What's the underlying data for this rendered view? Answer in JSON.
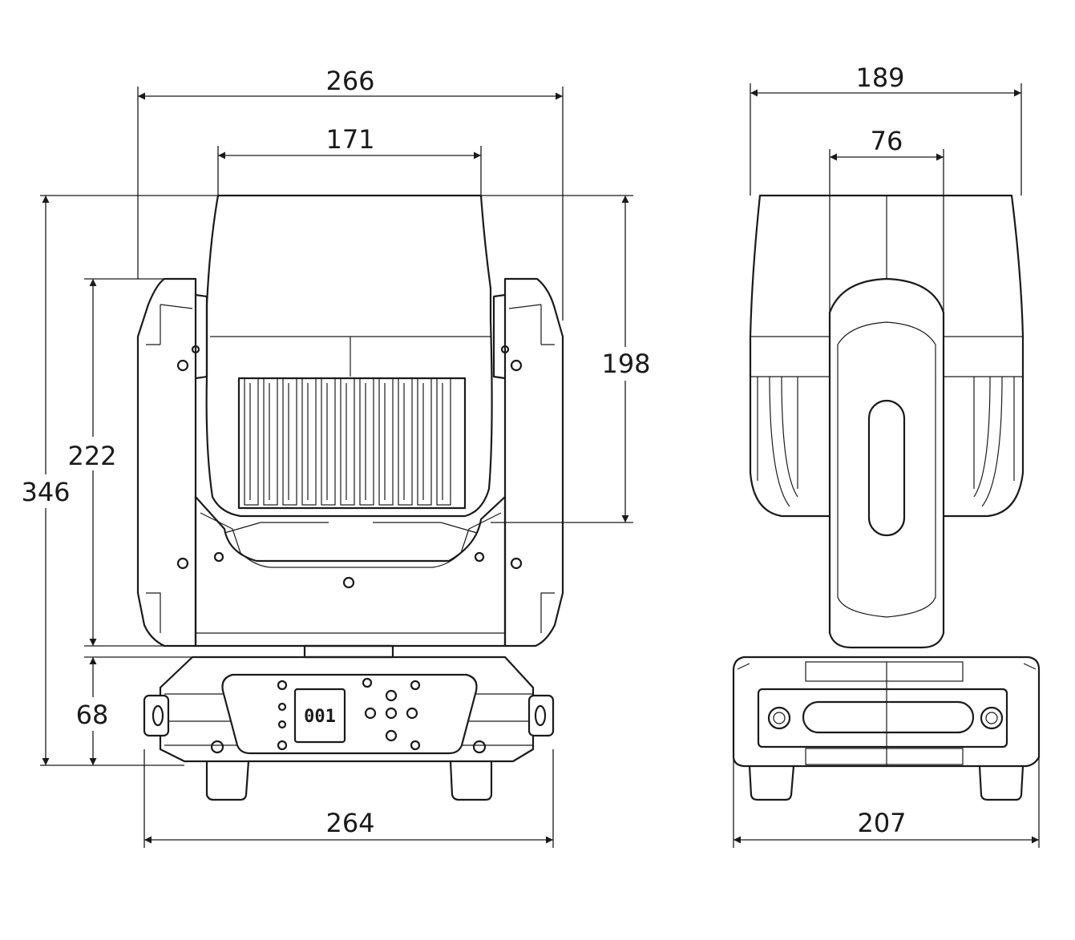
{
  "dimensions": {
    "front_width_overall": "266",
    "front_width_head": "171",
    "front_height_yoke": "222",
    "front_height_total": "346",
    "front_height_head": "198",
    "front_height_base": "68",
    "front_width_base": "264",
    "side_width_overall": "189",
    "side_width_arm": "76",
    "side_width_base": "207"
  },
  "display": {
    "readout": "001"
  }
}
